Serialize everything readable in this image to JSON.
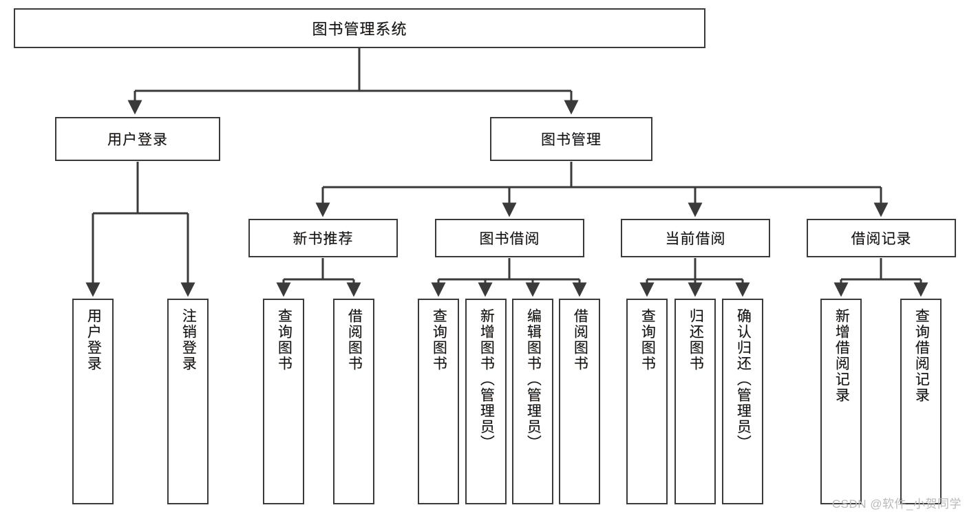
{
  "diagram": {
    "type": "tree",
    "title": "图书管理系统",
    "root": {
      "id": "root",
      "label": "图书管理系统"
    },
    "level1": [
      {
        "id": "user-login",
        "label": "用户登录"
      },
      {
        "id": "book-manage",
        "label": "图书管理"
      }
    ],
    "level2": [
      {
        "id": "new-book-rec",
        "label": "新书推荐",
        "parent": "book-manage"
      },
      {
        "id": "book-borrow",
        "label": "图书借阅",
        "parent": "book-manage"
      },
      {
        "id": "current-borrow",
        "label": "当前借阅",
        "parent": "book-manage"
      },
      {
        "id": "borrow-record",
        "label": "借阅记录",
        "parent": "book-manage"
      }
    ],
    "leaves": [
      {
        "id": "leaf-user-login",
        "label": "用户登录",
        "parent": "user-login"
      },
      {
        "id": "leaf-user-logout",
        "label": "注销登录",
        "parent": "user-login"
      },
      {
        "id": "leaf-query-book-1",
        "label": "查询图书",
        "parent": "new-book-rec"
      },
      {
        "id": "leaf-borrow-book-1",
        "label": "借阅图书",
        "parent": "new-book-rec"
      },
      {
        "id": "leaf-query-book-2",
        "label": "查询图书",
        "parent": "book-borrow"
      },
      {
        "id": "leaf-add-book",
        "label": "新增图书（管理员）",
        "parent": "book-borrow"
      },
      {
        "id": "leaf-edit-book",
        "label": "编辑图书（管理员）",
        "parent": "book-borrow"
      },
      {
        "id": "leaf-borrow-book-2",
        "label": "借阅图书",
        "parent": "book-borrow"
      },
      {
        "id": "leaf-query-book-3",
        "label": "查询图书",
        "parent": "current-borrow"
      },
      {
        "id": "leaf-return-book",
        "label": "归还图书",
        "parent": "current-borrow"
      },
      {
        "id": "leaf-confirm-return",
        "label": "确认归还（管理员）",
        "parent": "current-borrow"
      },
      {
        "id": "leaf-add-record",
        "label": "新增借阅记录",
        "parent": "borrow-record"
      },
      {
        "id": "leaf-query-record",
        "label": "查询借阅记录",
        "parent": "borrow-record"
      }
    ],
    "colors": {
      "stroke": "#3a3a3a",
      "fill": "#ffffff",
      "text": "#111111",
      "watermark": "#b9b9b9"
    }
  },
  "watermark": {
    "text": "CSDN @软件_小贺同学"
  }
}
